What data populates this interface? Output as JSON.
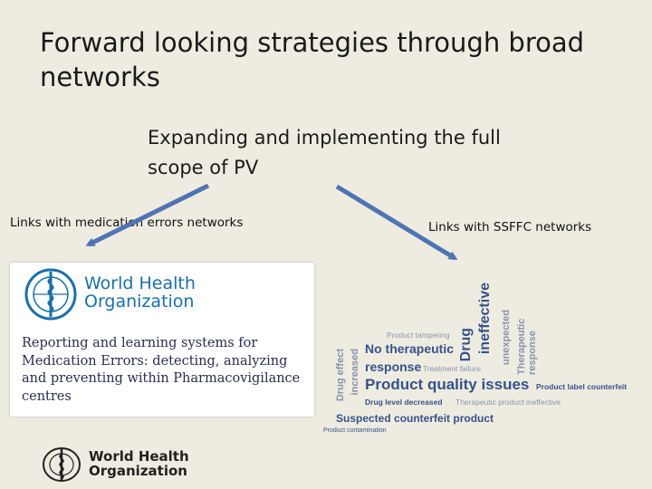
{
  "slide": {
    "title": "Forward looking strategies through broad networks",
    "subtitle": "Expanding and implementing the full scope of PV",
    "left_label": "Links with medication errors  networks",
    "right_label": "Links with SSFFC networks"
  },
  "who_card": {
    "org_line1": "World Health",
    "org_line2": "Organization",
    "heading": "Reporting and learning systems for Medication Errors: detecting, analyzing and preventing within Pharmacovigilance centres"
  },
  "word_cloud": {
    "product_tampering": "Product tampering",
    "no_therapeutic": "No therapeutic",
    "response": "response",
    "treatment_failure": "Treatment failure",
    "product_quality_issues": "Product quality issues",
    "drug_level_decreased": "Drug level decreased",
    "therapeutic_product_ineffective": "Therapeutic product ineffective",
    "suspected_counterfeit_product": "Suspected counterfeit product",
    "product_contamination": "Product contamination",
    "product_label_counterfeit": "Product label counterfeit",
    "drug_effect": "Drug effect",
    "increased": "increased",
    "drug": "Drug",
    "ineffective": "ineffective",
    "unexpected": "unexpected",
    "therapeutic_response": "Therapeutic response",
    "colors": {
      "primary": "#36528a",
      "secondary": "#8a93ad"
    }
  },
  "footer": {
    "org_line1": "World Health",
    "org_line2": "Organization"
  },
  "colors": {
    "background": "#eeece1",
    "arrow": "#4f74b4",
    "who_blue": "#1b6fa8"
  }
}
